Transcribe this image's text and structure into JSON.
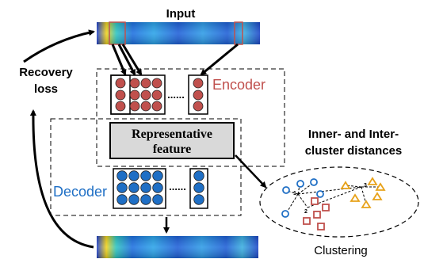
{
  "input": {
    "title": "Input"
  },
  "recovery": {
    "line1": "Recovery",
    "line2": "loss"
  },
  "encoder": {
    "label": "Encoder",
    "dots": "......"
  },
  "decoder": {
    "label": "Decoder",
    "dots": "......"
  },
  "feature": {
    "line1": "Representative",
    "line2": "feature"
  },
  "distances": {
    "line1": "Inner- and Inter-",
    "line2": "cluster distances"
  },
  "clustering": {
    "label": "Clustering",
    "point_labels": [
      "1",
      "2",
      "3"
    ]
  },
  "colors": {
    "encoder_red": "#c0504d",
    "decoder_blue": "#1f6fc5",
    "cluster_orange": "#e8a21a",
    "feature_fill": "#d9d9d9"
  }
}
